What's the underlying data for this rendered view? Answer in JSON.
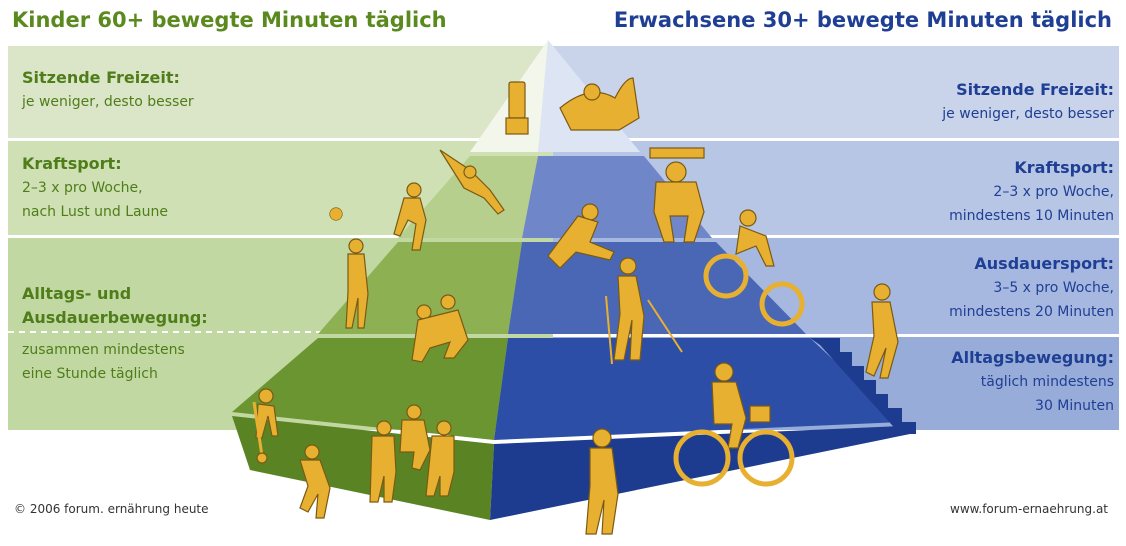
{
  "header": {
    "left_title": "Kinder 60+ bewegte Minuten täglich",
    "right_title": "Erwachsene 30+ bewegte Minuten täglich"
  },
  "kinder": {
    "sitzend": {
      "head": "Sitzende Freizeit:",
      "line1": "je weniger, desto besser"
    },
    "kraft": {
      "head": "Kraftsport:",
      "line1": "2–3 x pro Woche,",
      "line2": "nach Lust und Laune"
    },
    "alltag": {
      "head1": "Alltags- und",
      "head2": "Ausdauerbewegung:",
      "line1": "zusammen mindestens",
      "line2": "eine Stunde täglich"
    }
  },
  "erwachsene": {
    "sitzend": {
      "head": "Sitzende Freizeit:",
      "line1": "je weniger, desto besser"
    },
    "kraft": {
      "head": "Kraftsport:",
      "line1": "2–3 x pro Woche,",
      "line2": "mindestens 10 Minuten"
    },
    "ausdauer": {
      "head": "Ausdauersport:",
      "line1": "3–5 x pro Woche,",
      "line2": "mindestens 20 Minuten"
    },
    "alltag": {
      "head": "Alltagsbewegung:",
      "line1": "täglich mindestens",
      "line2": "30 Minuten"
    }
  },
  "footer": {
    "copyright": "© 2006  forum. ernährung heute",
    "url": "www.forum-ernaehrung.at"
  },
  "colors": {
    "green_band_light": "#dbe6c8",
    "green_band_mid": "#c4d8a6",
    "green_band_dark": "#a9c47e",
    "blue_band_light": "#c9d3ea",
    "blue_band_mid": "#aebde2",
    "blue_band_dark": "#95a9d6",
    "figure_yellow": "#e8b030"
  },
  "icons": [
    "tv-icon",
    "armchair-person-icon",
    "handstand-kid-icon",
    "climbing-kid-icon",
    "basketball-kid-icon",
    "situps-person-icon",
    "weightlifter-icon",
    "cyclist-sport-icon",
    "nordic-walker-icon",
    "judo-kids-icon",
    "scooter-kid-icon",
    "skating-kid-icon",
    "jump-rope-kids-icon",
    "city-cyclist-icon",
    "walker-icon",
    "stair-walker-icon"
  ]
}
